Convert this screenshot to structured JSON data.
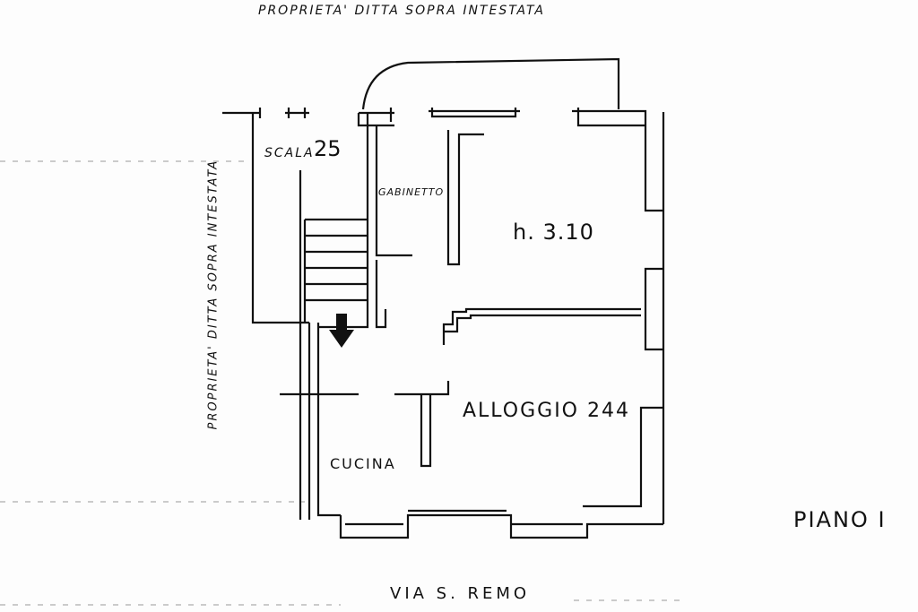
{
  "plan": {
    "top_note": "PROPRIETA' DITTA SOPRA INTESTATA",
    "left_note": "PROPRIETA' DITTA SOPRA INTESTATA",
    "stair_label": "SCALA",
    "stair_number": "25",
    "bathroom_label": "GABINETTO",
    "ceiling_height": "h. 3.10",
    "unit_label": "ALLOGGIO 244",
    "kitchen_label": "CUCINA",
    "street_label": "VIA S. REMO",
    "floor_label": "PIANO I"
  },
  "colors": {
    "ink": "#111111",
    "paper": "#fdfdfd"
  }
}
